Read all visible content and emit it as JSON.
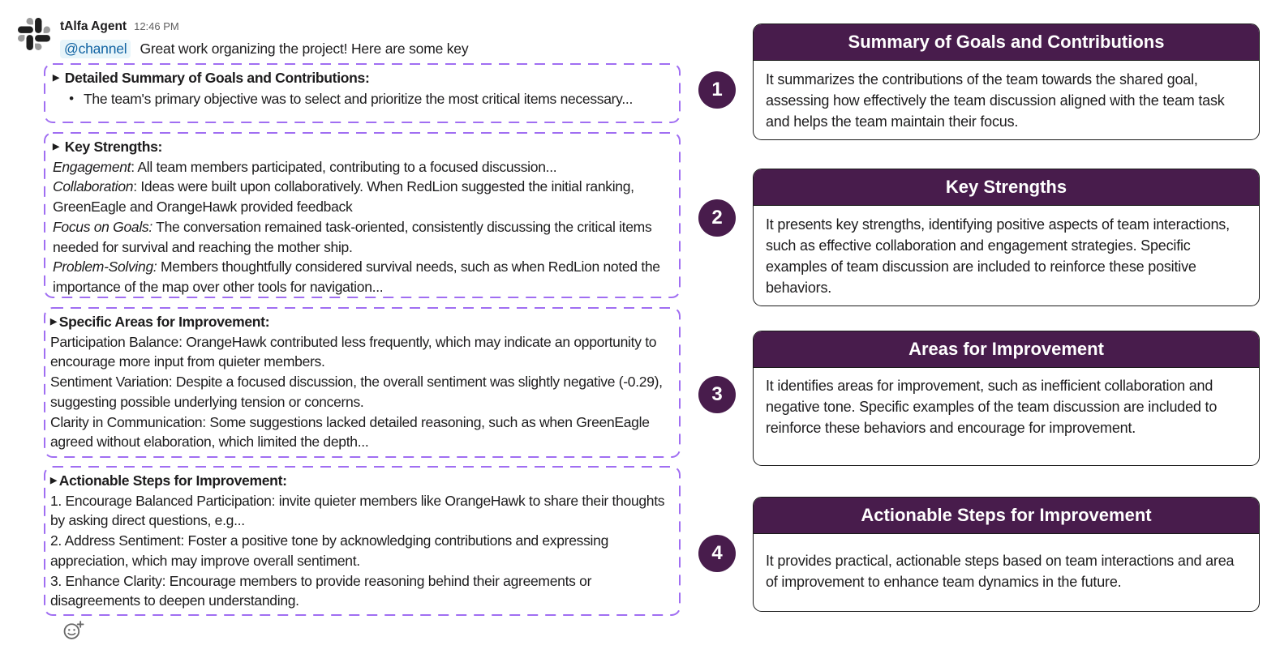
{
  "colors": {
    "annotation_purple": "#481c4c",
    "dashed_border": "#a06ef2",
    "card_border": "#1a1a1a",
    "mention_text": "#1264a3",
    "mention_bg": "#e8f5fa",
    "body_text": "#1d1c1d",
    "muted_text": "#616061"
  },
  "icons": {
    "avatar": "slack-logo",
    "reaction": "add-reaction-smiley-plus",
    "disclosure": "▶",
    "bullet": "•"
  },
  "message": {
    "sender": "tAlfa Agent",
    "timestamp": "12:46 PM",
    "mention": "@channel",
    "intro": "Great work organizing the project! Here are some key",
    "sections": [
      {
        "title": "Detailed Summary of Goals and Contributions:",
        "bullet": "The team's primary objective was to select and prioritize the most critical items necessary..."
      },
      {
        "title": "Key Strengths:",
        "items": [
          {
            "lead": "Engagement",
            "rest": ": All team members participated, contributing to a focused discussion..."
          },
          {
            "lead": "Collaboration",
            "rest": ": Ideas were built upon collaboratively. When RedLion suggested the initial ranking, GreenEagle and OrangeHawk provided feedback"
          },
          {
            "lead": "Focus on Goals:",
            "rest": " The conversation remained task-oriented, consistently discussing the critical items needed for survival and reaching the mother ship."
          },
          {
            "lead": "Problem-Solving:",
            "rest": " Members thoughtfully considered survival needs, such as when RedLion noted the importance of the map over other tools for navigation..."
          }
        ]
      },
      {
        "title": "Specific Areas for Improvement:",
        "items": [
          {
            "rest": "Participation Balance: OrangeHawk contributed less frequently, which may indicate an opportunity to encourage more input from quieter members."
          },
          {
            "rest": "Sentiment Variation: Despite a focused discussion, the overall sentiment was slightly negative (-0.29), suggesting possible underlying tension or concerns."
          },
          {
            "rest": "Clarity in Communication: Some suggestions lacked detailed reasoning, such as when GreenEagle agreed without elaboration, which limited the depth..."
          }
        ]
      },
      {
        "title": "Actionable Steps for Improvement:",
        "items": [
          {
            "rest": "1. Encourage Balanced Participation: invite quieter members like OrangeHawk to share their thoughts by asking direct questions, e.g..."
          },
          {
            "rest": "2. Address Sentiment: Foster a positive tone by acknowledging contributions and expressing appreciation, which may improve overall sentiment."
          },
          {
            "rest": "3. Enhance Clarity: Encourage members to provide reasoning behind their agreements or disagreements to deepen understanding."
          }
        ]
      }
    ]
  },
  "annotations": [
    {
      "number": "1",
      "title": "Summary of Goals and Contributions",
      "body": "It summarizes the contributions of the team towards the shared goal, assessing how effectively the team discussion aligned with the team task and helps the team maintain their focus."
    },
    {
      "number": "2",
      "title": "Key Strengths",
      "body": "It presents key strengths, identifying positive aspects of team interactions, such as effective collaboration and engagement strategies. Specific examples of team discussion are included to reinforce these positive behaviors."
    },
    {
      "number": "3",
      "title": "Areas for Improvement",
      "body": "It identifies areas for improvement, such as inefficient collaboration and negative tone. Specific examples of the team discussion are included to reinforce these behaviors and encourage for improvement."
    },
    {
      "number": "4",
      "title": "Actionable Steps for Improvement",
      "body": "It provides practical, actionable steps based on team interactions and area of improvement to enhance team dynamics in the future."
    }
  ]
}
